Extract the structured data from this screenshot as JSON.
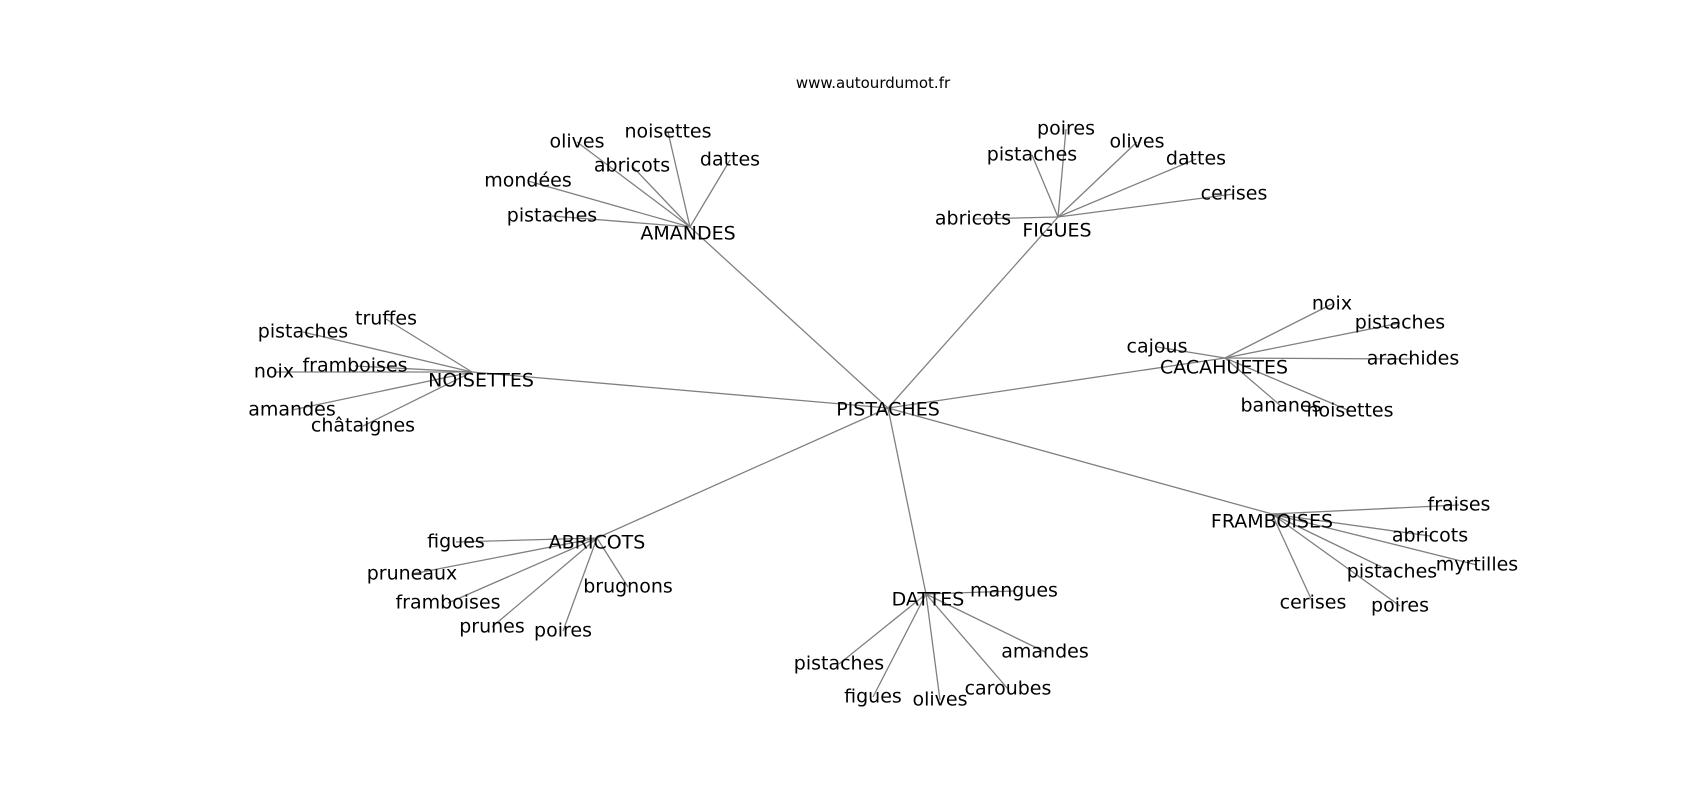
{
  "site": "www.autourdumot.fr",
  "center": {
    "id": "center",
    "label": "PISTACHES"
  },
  "hubs": [
    {
      "id": "amandes",
      "label": "AMANDES",
      "children": [
        "olives",
        "noisettes",
        "abricots",
        "dattes",
        "mondées",
        "pistaches"
      ]
    },
    {
      "id": "figues",
      "label": "FIGUES",
      "children": [
        "poires",
        "pistaches",
        "olives",
        "dattes",
        "cerises",
        "abricots"
      ]
    },
    {
      "id": "noisettes",
      "label": "NOISETTES",
      "children": [
        "truffes",
        "pistaches",
        "framboises",
        "noix",
        "amandes",
        "châtaignes"
      ]
    },
    {
      "id": "cacahuetes",
      "label": "CACAHUETES",
      "children": [
        "noix",
        "pistaches",
        "cajous",
        "arachides",
        "bananes",
        "noisettes"
      ]
    },
    {
      "id": "abricots",
      "label": "ABRICOTS",
      "children": [
        "figues",
        "pruneaux",
        "brugnons",
        "framboises",
        "prunes",
        "poires"
      ]
    },
    {
      "id": "dattes",
      "label": "DATTES",
      "children": [
        "mangues",
        "amandes",
        "pistaches",
        "caroubes",
        "figues",
        "olives"
      ]
    },
    {
      "id": "framboises",
      "label": "FRAMBOISES",
      "children": [
        "fraises",
        "abricots",
        "myrtilles",
        "pistaches",
        "cerises",
        "poires"
      ]
    }
  ]
}
